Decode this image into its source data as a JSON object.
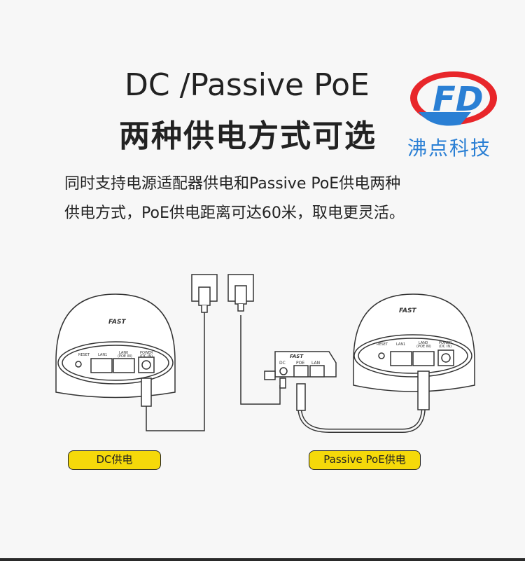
{
  "header": {
    "title_line1": "DC /Passive PoE",
    "title_line2": "两种供电方式可选"
  },
  "description": {
    "line1": "同时支持电源适配器供电和Passive PoE供电两种",
    "line2": "供电方式，PoE供电距离可达60米，取电更灵活。"
  },
  "brand": {
    "logo_text": "沸点科技",
    "logo_letters": "FD",
    "colors": {
      "red": "#e8262a",
      "blue": "#2a7fd4"
    }
  },
  "diagram": {
    "device_brand": "FAST",
    "left_ports": [
      "RESET",
      "LAN1",
      "LAN0",
      "(POE IN)",
      "POWER",
      "(DC IN)"
    ],
    "injector_ports": [
      "DC",
      "POE",
      "LAN"
    ],
    "injector_brand": "FAST",
    "right_ports": [
      "RESET",
      "LAN1",
      "LAN0",
      "(POE IN)",
      "POWER",
      "(DC IN)"
    ]
  },
  "labels": {
    "dc": "DC供电",
    "poe": "Passive PoE供电"
  }
}
